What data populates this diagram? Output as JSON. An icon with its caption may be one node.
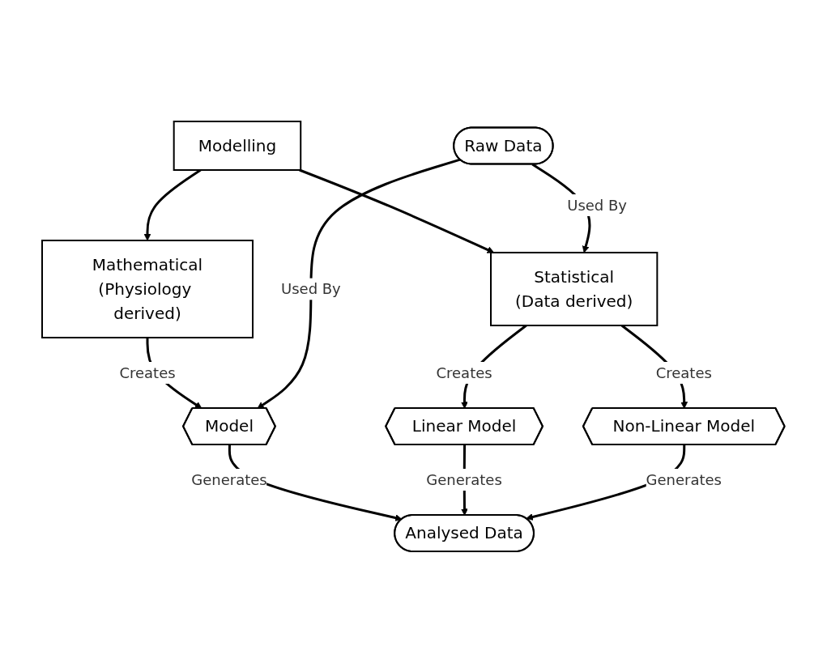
{
  "diagram": {
    "nodes": [
      {
        "text": [
          "Modelling"
        ]
      },
      {
        "text": [
          "Mathematical",
          "(Physiology derived)"
        ]
      },
      {
        "text": [
          "Statistical",
          "(Data derived)"
        ]
      },
      {
        "text": [
          "Raw Data"
        ]
      },
      {
        "text": [
          "Model"
        ]
      },
      {
        "text": [
          "Linear Model"
        ]
      },
      {
        "text": [
          "Non-Linear Model"
        ]
      },
      {
        "text": [
          "Analysed Data"
        ]
      }
    ],
    "edges": [
      {
        "from": 0,
        "to": 1,
        "arrow": "to"
      },
      {
        "from": 0,
        "to": 2,
        "arrow": "to"
      },
      {
        "from": 1,
        "to": 4,
        "label": "Creates",
        "arrow": "to"
      },
      {
        "from": 3,
        "to": 2,
        "label": "Used By",
        "arrow": "to"
      },
      {
        "from": 3,
        "to": 4,
        "label": "Used By",
        "arrow": "to"
      },
      {
        "from": 2,
        "to": 5,
        "label": "Creates",
        "arrow": "to"
      },
      {
        "from": 2,
        "to": 6,
        "label": "Creates",
        "arrow": "to"
      },
      {
        "from": 4,
        "to": 7,
        "label": "Generates",
        "arrow": "to"
      },
      {
        "from": 5,
        "to": 7,
        "label": "Generates",
        "arrow": "to"
      },
      {
        "from": 6,
        "to": 7,
        "label": "Generates",
        "arrow": "to"
      }
    ]
  }
}
